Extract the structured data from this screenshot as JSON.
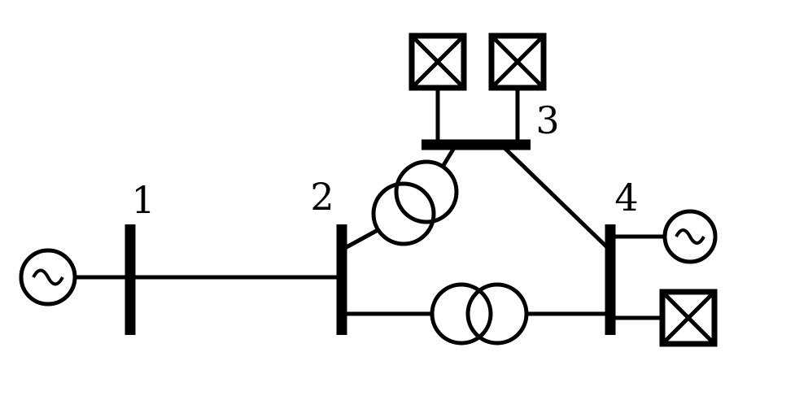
{
  "figure": {
    "background_color": "#ffffff",
    "line_color": "#000000"
  },
  "buses": [
    {
      "name": "bus-1",
      "label": "1"
    },
    {
      "name": "bus-2",
      "label": "2"
    },
    {
      "name": "bus-3",
      "label": "3"
    },
    {
      "name": "bus-4",
      "label": "4"
    }
  ],
  "components": {
    "generators": [
      "generator-at-bus-1",
      "generator-at-bus-4"
    ],
    "loads": [
      "load-a-at-bus-3",
      "load-b-at-bus-3",
      "load-at-bus-4"
    ],
    "transformers": [
      "transformer-bus2-bus3",
      "transformer-bus2-bus4"
    ],
    "transmission_lines": [
      "line-bus1-bus2",
      "line-bus3-bus4"
    ]
  }
}
